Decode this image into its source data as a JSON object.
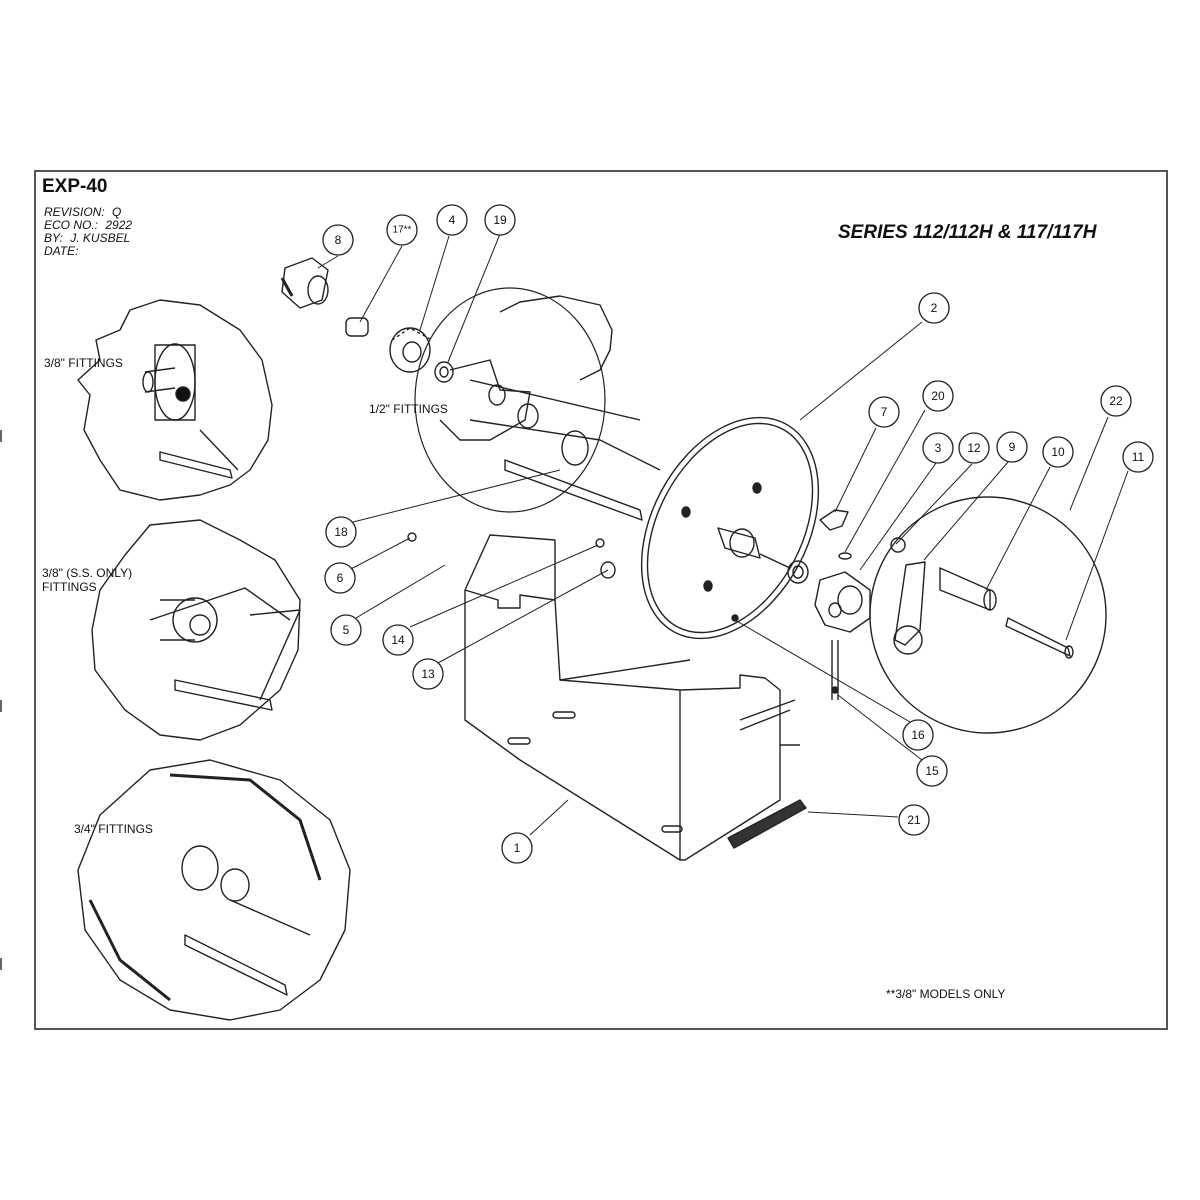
{
  "header": {
    "doc_number": "EXP-40",
    "revision_label": "REVISION:",
    "revision_value": "Q",
    "eco_label": "ECO NO.:",
    "eco_value": "2922",
    "by_label": "BY:",
    "by_value": "J. KUSBEL",
    "date_label": "DATE:",
    "series_title": "SERIES 112/112H & 117/117H"
  },
  "fitting_labels": {
    "f38": "3/8\" FITTINGS",
    "f38ss_line1": "3/8\" (S.S. ONLY)",
    "f38ss_line2": "FITTINGS",
    "f34": "3/4\" FITTINGS",
    "f12": "1/2\" FITTINGS"
  },
  "note": "**3/8\" MODELS ONLY",
  "callouts": [
    {
      "id": "c1",
      "label": "1"
    },
    {
      "id": "c2",
      "label": "2"
    },
    {
      "id": "c3",
      "label": "3"
    },
    {
      "id": "c4",
      "label": "4"
    },
    {
      "id": "c5",
      "label": "5"
    },
    {
      "id": "c6",
      "label": "6"
    },
    {
      "id": "c7",
      "label": "7"
    },
    {
      "id": "c8",
      "label": "8"
    },
    {
      "id": "c9",
      "label": "9"
    },
    {
      "id": "c10",
      "label": "10"
    },
    {
      "id": "c11",
      "label": "11"
    },
    {
      "id": "c12",
      "label": "12"
    },
    {
      "id": "c13",
      "label": "13"
    },
    {
      "id": "c14",
      "label": "14"
    },
    {
      "id": "c15",
      "label": "15"
    },
    {
      "id": "c16",
      "label": "16"
    },
    {
      "id": "c17",
      "label": "17**"
    },
    {
      "id": "c18",
      "label": "18"
    },
    {
      "id": "c19",
      "label": "19"
    },
    {
      "id": "c20",
      "label": "20"
    },
    {
      "id": "c21",
      "label": "21"
    },
    {
      "id": "c22",
      "label": "22"
    }
  ]
}
